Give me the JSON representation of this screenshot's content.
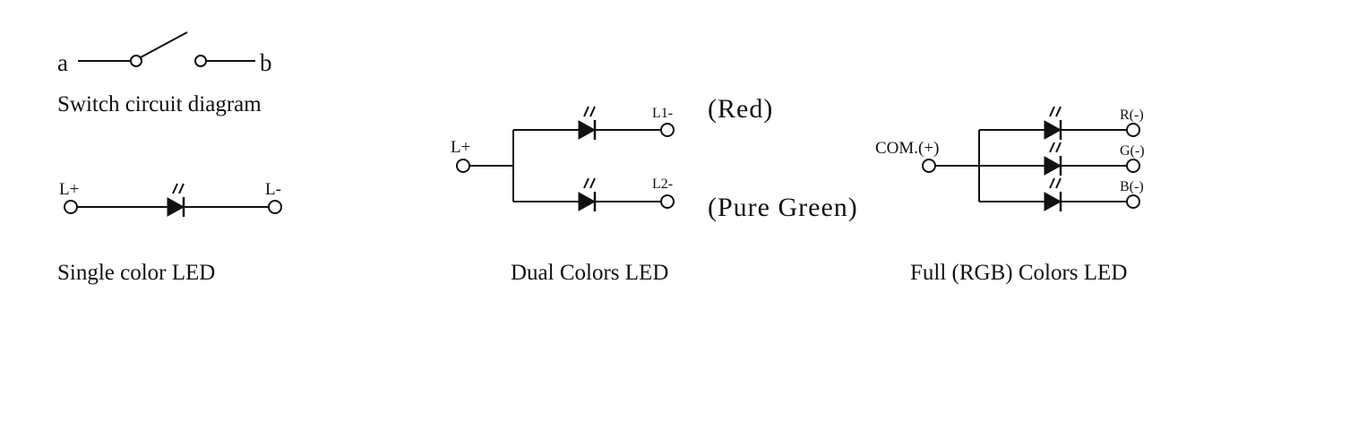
{
  "switch": {
    "label_a": "a",
    "label_b": "b",
    "caption": "Switch circuit diagram"
  },
  "single_led": {
    "label_pos": "L+",
    "label_neg": "L-",
    "caption": "Single color LED"
  },
  "dual_led": {
    "label_common": "L+",
    "label_l1": "L1-",
    "label_l2": "L2-",
    "color_1": "(Red)",
    "color_2": "(Pure Green)",
    "caption": "Dual Colors LED"
  },
  "rgb_led": {
    "label_common": "COM.(+)",
    "label_r": "R(-)",
    "label_g": "G(-)",
    "label_b": "B(-)",
    "caption": "Full (RGB) Colors LED"
  },
  "colors": {
    "ink": "#111111",
    "background": "#ffffff"
  },
  "icons": [
    "switch-symbol-icon",
    "led-diode-icon",
    "terminal-node-icon"
  ]
}
